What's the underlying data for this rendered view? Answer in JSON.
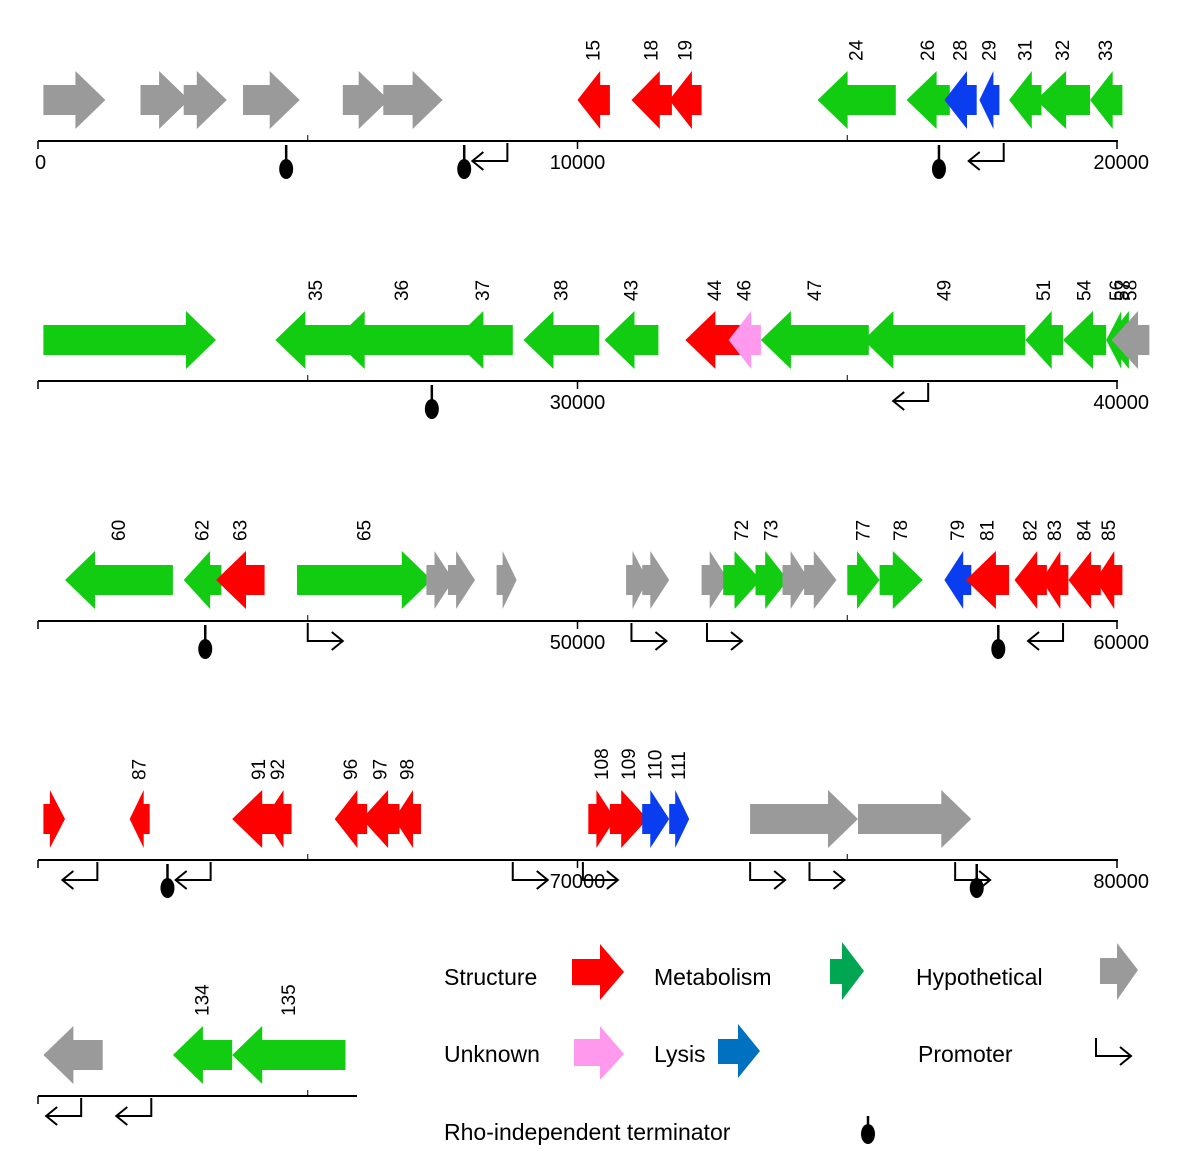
{
  "colors": {
    "structure": "#ff0000",
    "metabolism": "#11cc11",
    "hypothetical": "#9a9a9a",
    "unknown": "#ff99ee",
    "lysis": "#0a3cf0",
    "legend_metabolism": "#00a651",
    "legend_lysis": "#0070c0"
  },
  "tracks": [
    {
      "ticks": [
        {
          "pos": 0,
          "label": "0"
        },
        {
          "pos": 10000,
          "label": "10000"
        },
        {
          "pos": 20000,
          "label": "20000"
        }
      ],
      "minor_ticks": [
        5000,
        15000
      ],
      "genes": [
        {
          "start": 100,
          "end": 1250,
          "dir": "+",
          "cat": "hypothetical"
        },
        {
          "start": 1900,
          "end": 2800,
          "dir": "+",
          "cat": "hypothetical"
        },
        {
          "start": 2700,
          "end": 3500,
          "dir": "+",
          "cat": "hypothetical"
        },
        {
          "start": 3800,
          "end": 4850,
          "dir": "+",
          "cat": "hypothetical"
        },
        {
          "start": 5650,
          "end": 6500,
          "dir": "+",
          "cat": "hypothetical"
        },
        {
          "start": 6400,
          "end": 7500,
          "dir": "+",
          "cat": "hypothetical"
        },
        {
          "start": 10000,
          "end": 10600,
          "dir": "-",
          "cat": "structure",
          "label": "15"
        },
        {
          "start": 11000,
          "end": 11750,
          "dir": "-",
          "cat": "structure",
          "label": "18"
        },
        {
          "start": 11700,
          "end": 12300,
          "dir": "-",
          "cat": "structure",
          "label": "19"
        },
        {
          "start": 14450,
          "end": 15900,
          "dir": "-",
          "cat": "metabolism",
          "label": "24"
        },
        {
          "start": 16100,
          "end": 16900,
          "dir": "-",
          "cat": "metabolism",
          "label": "26"
        },
        {
          "start": 16800,
          "end": 17400,
          "dir": "-",
          "cat": "lysis",
          "label": "28"
        },
        {
          "start": 17450,
          "end": 17550,
          "dir": "-",
          "cat": "lysis",
          "label": "29"
        },
        {
          "start": 18000,
          "end": 18600,
          "dir": "-",
          "cat": "metabolism",
          "label": "31"
        },
        {
          "start": 18500,
          "end": 19500,
          "dir": "-",
          "cat": "metabolism",
          "label": "32"
        },
        {
          "start": 19500,
          "end": 20100,
          "dir": "-",
          "cat": "metabolism",
          "label": "33"
        }
      ],
      "promoters": [
        {
          "pos": 8700,
          "dir": "-"
        },
        {
          "pos": 17900,
          "dir": "-"
        }
      ],
      "terminators": [
        4600,
        7900,
        16700
      ]
    },
    {
      "ticks": [
        {
          "pos": 20000,
          "label": ""
        },
        {
          "pos": 30000,
          "label": "30000"
        },
        {
          "pos": 40000,
          "label": "40000"
        }
      ],
      "minor_ticks": [
        25000,
        35000
      ],
      "genes": [
        {
          "start": 20100,
          "end": 23300,
          "dir": "+",
          "cat": "metabolism"
        },
        {
          "start": 24400,
          "end": 25900,
          "dir": "-",
          "cat": "metabolism",
          "label": "35"
        },
        {
          "start": 25500,
          "end": 28000,
          "dir": "-",
          "cat": "metabolism",
          "label": "36"
        },
        {
          "start": 27700,
          "end": 28800,
          "dir": "-",
          "cat": "metabolism",
          "label": "37"
        },
        {
          "start": 29000,
          "end": 30400,
          "dir": "-",
          "cat": "metabolism",
          "label": "38"
        },
        {
          "start": 30500,
          "end": 31500,
          "dir": "-",
          "cat": "metabolism",
          "label": "43"
        },
        {
          "start": 32000,
          "end": 33100,
          "dir": "-",
          "cat": "structure",
          "label": "44"
        },
        {
          "start": 32800,
          "end": 33400,
          "dir": "-",
          "cat": "unknown",
          "label": "46"
        },
        {
          "start": 33400,
          "end": 35400,
          "dir": "-",
          "cat": "metabolism",
          "label": "47"
        },
        {
          "start": 35300,
          "end": 38300,
          "dir": "-",
          "cat": "metabolism",
          "label": "49"
        },
        {
          "start": 38300,
          "end": 39000,
          "dir": "-",
          "cat": "metabolism",
          "label": "51"
        },
        {
          "start": 39000,
          "end": 39800,
          "dir": "-",
          "cat": "metabolism",
          "label": "54"
        },
        {
          "start": 39800,
          "end": 40200,
          "dir": "-",
          "cat": "metabolism",
          "label": "56"
        },
        {
          "start": 39800,
          "end": 40400,
          "dir": "-",
          "cat": "metabolism",
          "label": "57"
        },
        {
          "start": 39900,
          "end": 40600,
          "dir": "-",
          "cat": "hypothetical",
          "label": "58"
        }
      ],
      "promoters": [
        {
          "pos": 36500,
          "dir": "-"
        }
      ],
      "terminators": [
        27300
      ]
    },
    {
      "ticks": [
        {
          "pos": 40000,
          "label": ""
        },
        {
          "pos": 50000,
          "label": "50000"
        },
        {
          "pos": 60000,
          "label": "60000"
        }
      ],
      "minor_ticks": [
        45000,
        55000
      ],
      "genes": [
        {
          "start": 40500,
          "end": 42500,
          "dir": "-",
          "cat": "metabolism",
          "label": "60"
        },
        {
          "start": 42700,
          "end": 43400,
          "dir": "-",
          "cat": "metabolism",
          "label": "62"
        },
        {
          "start": 43300,
          "end": 44200,
          "dir": "-",
          "cat": "structure",
          "label": "63"
        },
        {
          "start": 44800,
          "end": 47300,
          "dir": "+",
          "cat": "metabolism",
          "label": "65"
        },
        {
          "start": 47200,
          "end": 47700,
          "dir": "+",
          "cat": "hypothetical"
        },
        {
          "start": 47600,
          "end": 48100,
          "dir": "+",
          "cat": "hypothetical"
        },
        {
          "start": 48500,
          "end": 48800,
          "dir": "+",
          "cat": "hypothetical"
        },
        {
          "start": 50900,
          "end": 51300,
          "dir": "+",
          "cat": "hypothetical"
        },
        {
          "start": 51200,
          "end": 51700,
          "dir": "+",
          "cat": "hypothetical"
        },
        {
          "start": 52300,
          "end": 52800,
          "dir": "+",
          "cat": "hypothetical"
        },
        {
          "start": 52700,
          "end": 53400,
          "dir": "+",
          "cat": "metabolism",
          "label": "72"
        },
        {
          "start": 53300,
          "end": 53900,
          "dir": "+",
          "cat": "metabolism",
          "label": "73"
        },
        {
          "start": 53800,
          "end": 54300,
          "dir": "+",
          "cat": "hypothetical"
        },
        {
          "start": 54200,
          "end": 54800,
          "dir": "+",
          "cat": "hypothetical"
        },
        {
          "start": 55000,
          "end": 55600,
          "dir": "+",
          "cat": "metabolism",
          "label": "77"
        },
        {
          "start": 55600,
          "end": 56400,
          "dir": "+",
          "cat": "metabolism",
          "label": "78"
        },
        {
          "start": 56800,
          "end": 57300,
          "dir": "-",
          "cat": "lysis",
          "label": "79"
        },
        {
          "start": 57200,
          "end": 58000,
          "dir": "-",
          "cat": "structure",
          "label": "81"
        },
        {
          "start": 58100,
          "end": 58700,
          "dir": "-",
          "cat": "structure",
          "label": "82"
        },
        {
          "start": 58600,
          "end": 59100,
          "dir": "-",
          "cat": "structure",
          "label": "83"
        },
        {
          "start": 59100,
          "end": 59700,
          "dir": "-",
          "cat": "structure",
          "label": "84"
        },
        {
          "start": 59600,
          "end": 60100,
          "dir": "-",
          "cat": "structure",
          "label": "85"
        }
      ],
      "promoters": [
        {
          "pos": 45000,
          "dir": "+"
        },
        {
          "pos": 51000,
          "dir": "+"
        },
        {
          "pos": 52400,
          "dir": "+"
        },
        {
          "pos": 59000,
          "dir": "-"
        }
      ],
      "terminators": [
        43100,
        57800
      ]
    },
    {
      "ticks": [
        {
          "pos": 60000,
          "label": ""
        },
        {
          "pos": 70000,
          "label": "70000"
        },
        {
          "pos": 80000,
          "label": "80000"
        }
      ],
      "minor_ticks": [
        65000,
        75000
      ],
      "genes": [
        {
          "start": 60100,
          "end": 60500,
          "dir": "+",
          "cat": "structure"
        },
        {
          "start": 61700,
          "end": 62000,
          "dir": "-",
          "cat": "structure",
          "label": "87"
        },
        {
          "start": 63600,
          "end": 64600,
          "dir": "-",
          "cat": "structure",
          "label": "91"
        },
        {
          "start": 64200,
          "end": 64700,
          "dir": "-",
          "cat": "structure",
          "label": "92"
        },
        {
          "start": 65500,
          "end": 66100,
          "dir": "-",
          "cat": "structure",
          "label": "96"
        },
        {
          "start": 66000,
          "end": 66700,
          "dir": "-",
          "cat": "structure",
          "label": "97"
        },
        {
          "start": 66600,
          "end": 67100,
          "dir": "-",
          "cat": "structure",
          "label": "98"
        },
        {
          "start": 70200,
          "end": 70700,
          "dir": "+",
          "cat": "structure",
          "label": "108"
        },
        {
          "start": 70600,
          "end": 71300,
          "dir": "+",
          "cat": "structure",
          "label": "109"
        },
        {
          "start": 71200,
          "end": 71700,
          "dir": "+",
          "cat": "lysis",
          "label": "110"
        },
        {
          "start": 71700,
          "end": 71900,
          "dir": "+",
          "cat": "lysis",
          "label": "111"
        },
        {
          "start": 73200,
          "end": 75200,
          "dir": "+",
          "cat": "hypothetical"
        },
        {
          "start": 75200,
          "end": 77300,
          "dir": "+",
          "cat": "hypothetical"
        }
      ],
      "promoters": [
        {
          "pos": 61100,
          "dir": "-"
        },
        {
          "pos": 63200,
          "dir": "-"
        },
        {
          "pos": 68800,
          "dir": "+"
        },
        {
          "pos": 70100,
          "dir": "+"
        },
        {
          "pos": 73200,
          "dir": "+"
        },
        {
          "pos": 74300,
          "dir": "+"
        },
        {
          "pos": 77000,
          "dir": "+"
        }
      ],
      "terminators": [
        62400,
        77400
      ]
    },
    {
      "ticks": [
        {
          "pos": 80000,
          "label": ""
        }
      ],
      "minor_ticks": [
        85000
      ],
      "genes": [
        {
          "start": 80100,
          "end": 81200,
          "dir": "-",
          "cat": "hypothetical"
        },
        {
          "start": 82500,
          "end": 83600,
          "dir": "-",
          "cat": "metabolism",
          "label": "134"
        },
        {
          "start": 83600,
          "end": 85700,
          "dir": "-",
          "cat": "metabolism",
          "label": "135"
        }
      ],
      "promoters": [
        {
          "pos": 80800,
          "dir": "-"
        },
        {
          "pos": 82100,
          "dir": "-"
        }
      ],
      "terminators": []
    }
  ],
  "legend": {
    "structure": "Structure",
    "metabolism": "Metabolism",
    "hypothetical": "Hypothetical",
    "unknown": "Unknown",
    "lysis": "Lysis",
    "promoter": "Promoter",
    "terminator": "Rho-independent terminator"
  }
}
